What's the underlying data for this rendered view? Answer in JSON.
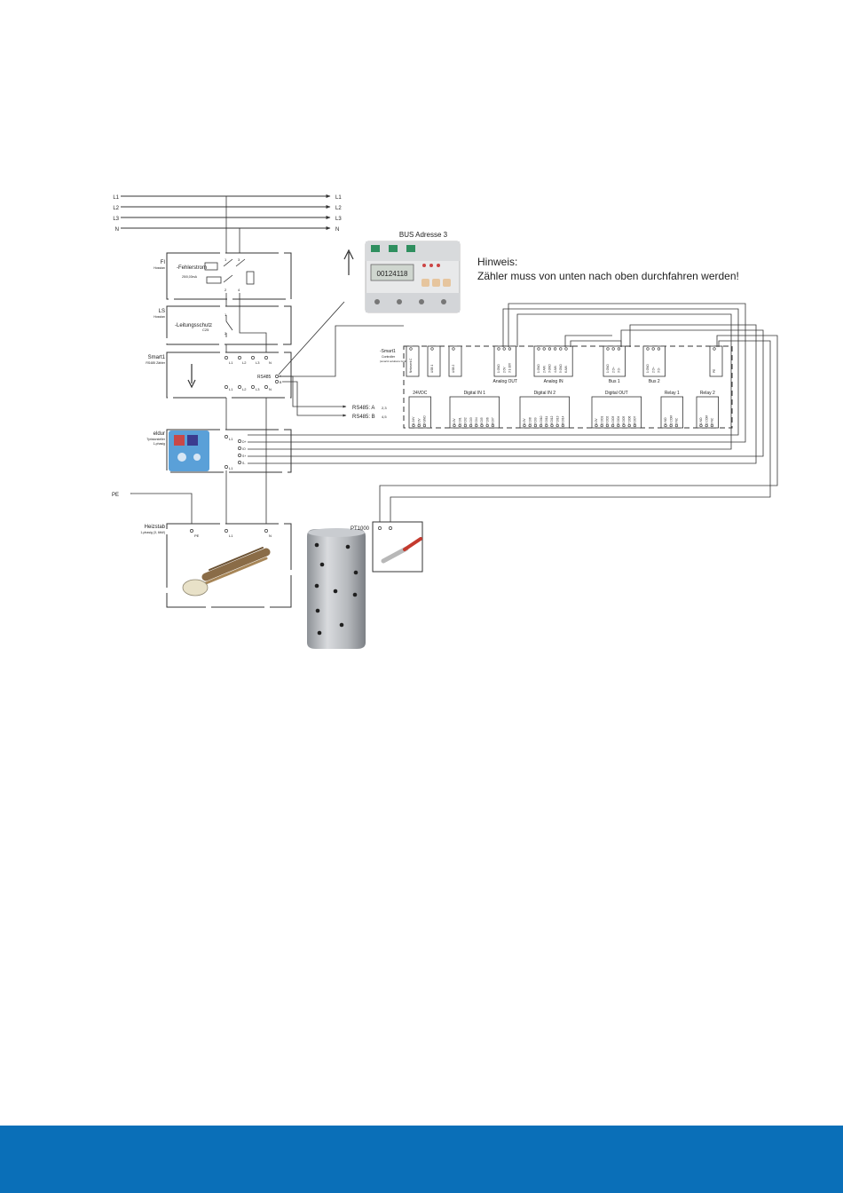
{
  "colors": {
    "footer_blue": "#0a6fb8",
    "line": "#333333",
    "tank": "#b9bcc0"
  },
  "mains": {
    "l1": "L1",
    "l2": "L2",
    "l3": "L3",
    "n": "N",
    "pe": "PE"
  },
  "fi": {
    "title": "FI",
    "sub": "Hosstan",
    "label": "-Fehlerstrom",
    "rating": "25/0,03mA",
    "t1": "1",
    "t2": "2",
    "t3": "3",
    "t4": "4"
  },
  "ls": {
    "title": "LS",
    "sub": "Hosstan",
    "label": "-Leitungsschutz",
    "rating": "C25",
    "t1": "1",
    "t2": "2"
  },
  "smart1": {
    "title": "Smart1",
    "sub": "RS485 Zähler",
    "rs485": "RS485",
    "top_l1": "L1",
    "top_l2": "L2",
    "top_l3": "L3",
    "top_n": "N",
    "bot_l1": "L1",
    "bot_l2": "L2",
    "bot_l3": "L3",
    "bot_n": "N",
    "rs_a": "A",
    "rs_b": "B"
  },
  "eldur": {
    "title": "eldur",
    "sub1": "Tyristorsteller",
    "sub2": "1-phasig",
    "t_top": "L1",
    "t_bot": "L1",
    "p1": "D+",
    "p2": "IO",
    "p3": "S+",
    "p4": "S-"
  },
  "heizstab": {
    "title": "Heizstab",
    "sub": "1-phasig (3, 6kW)",
    "t_pe": "PE",
    "t_l1": "L1",
    "t_n": "N"
  },
  "meter": {
    "title": "BUS Adresse 3",
    "display": "00124118"
  },
  "rs485_a": {
    "label": "RS485: A",
    "note": "2,3"
  },
  "rs485_b": {
    "label": "RS485: B",
    "note": "4,5"
  },
  "hint": {
    "line1": "Hinweis:",
    "line2": "Zähler muss von unten nach oben durchfahren werden!"
  },
  "controller": {
    "title": "-Smart1",
    "sub1": "Controller",
    "sub2": "(smart1 solutions GmbH)",
    "top_modules": [
      {
        "name": "",
        "pins": [
          "Netzwerk C"
        ]
      },
      {
        "name": "",
        "pins": [
          "USB 1"
        ]
      },
      {
        "name": "",
        "pins": [
          "USB 2"
        ]
      },
      {
        "name": "Analog OUT",
        "pins": [
          "1 GND",
          "2 0V",
          "3 1-10V"
        ]
      },
      {
        "name": "Analog IN",
        "pins": [
          "1 GND",
          "2 AIN",
          "3 GND",
          "4 AIN",
          "5 GND",
          "6 AIN"
        ]
      },
      {
        "name": "Bus 1",
        "pins": [
          "1 GND",
          "2 D+",
          "3 D-"
        ]
      },
      {
        "name": "Bus 2",
        "pins": [
          "1 GND",
          "2 D+",
          "3 D-"
        ]
      },
      {
        "name": "",
        "pins": [
          "PE"
        ]
      }
    ],
    "bottom_modules": [
      {
        "name": "24VDC",
        "pins": [
          "1 24V",
          "2 0V",
          "3 GND"
        ]
      },
      {
        "name": "Digital IN 1",
        "pins": [
          "1 0V",
          "2 DI1",
          "3 DI2",
          "4 DI3",
          "5 DI4",
          "6 DI5",
          "7 DI6",
          "8 DI7"
        ]
      },
      {
        "name": "Digital IN 2",
        "pins": [
          "1 0V",
          "2 DI8",
          "3 DI9",
          "4 DI10",
          "5 DI11",
          "6 DI12",
          "7 DI13",
          "8 DI14"
        ]
      },
      {
        "name": "Digital OUT",
        "pins": [
          "1 0V",
          "2 DO1",
          "3 DO2",
          "4 DO3",
          "5 DO4",
          "6 DO5",
          "7 DO6",
          "8 DO7"
        ]
      },
      {
        "name": "Relay 1",
        "pins": [
          "1 NO",
          "2 COM",
          "3 NC"
        ]
      },
      {
        "name": "Relay 2",
        "pins": [
          "1 NO",
          "2 COM",
          "3 NC"
        ]
      }
    ]
  },
  "pt1000": {
    "label": "PT1000"
  }
}
